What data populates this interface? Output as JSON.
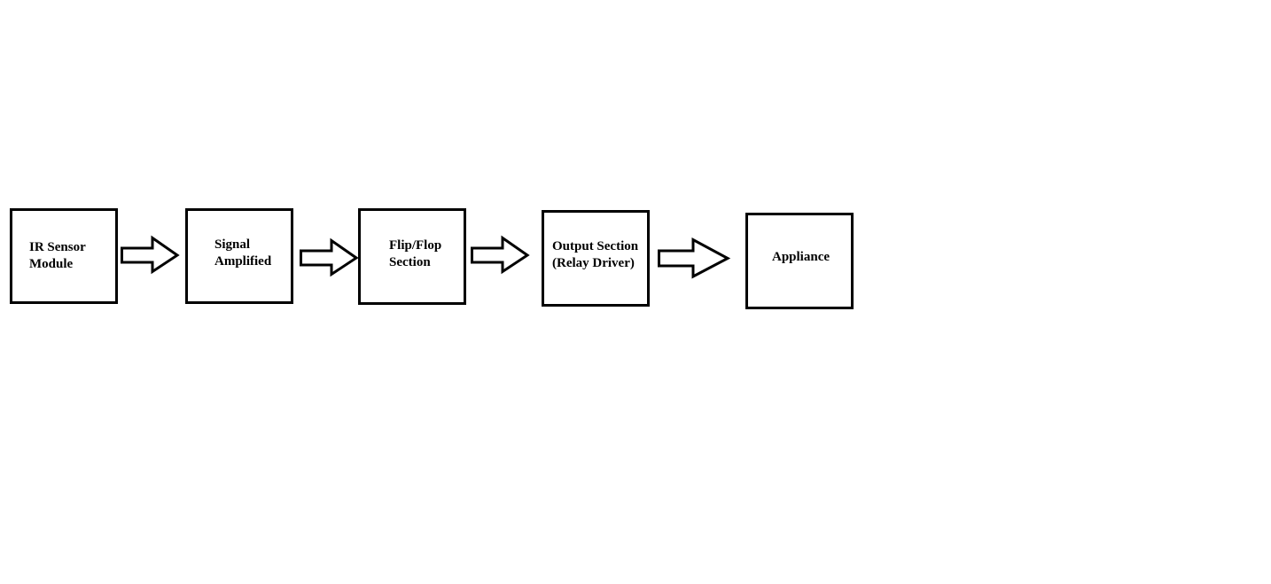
{
  "diagram": {
    "blocks": [
      {
        "id": "ir-sensor-module",
        "lines": [
          "IR Sensor",
          "Module"
        ]
      },
      {
        "id": "signal-amplified",
        "lines": [
          "Signal",
          "Amplified"
        ]
      },
      {
        "id": "flip-flop-section",
        "lines": [
          "Flip/Flop",
          "Section"
        ]
      },
      {
        "id": "output-section",
        "lines": [
          "Output Section",
          "(Relay Driver)"
        ]
      },
      {
        "id": "appliance",
        "lines": [
          "Appliance"
        ]
      }
    ],
    "flow": [
      {
        "from": "ir-sensor-module",
        "to": "signal-amplified"
      },
      {
        "from": "signal-amplified",
        "to": "flip-flop-section"
      },
      {
        "from": "flip-flop-section",
        "to": "output-section"
      },
      {
        "from": "output-section",
        "to": "appliance"
      }
    ],
    "colors": {
      "stroke": "#000000",
      "fill": "#ffffff",
      "background": "#ffffff"
    }
  }
}
